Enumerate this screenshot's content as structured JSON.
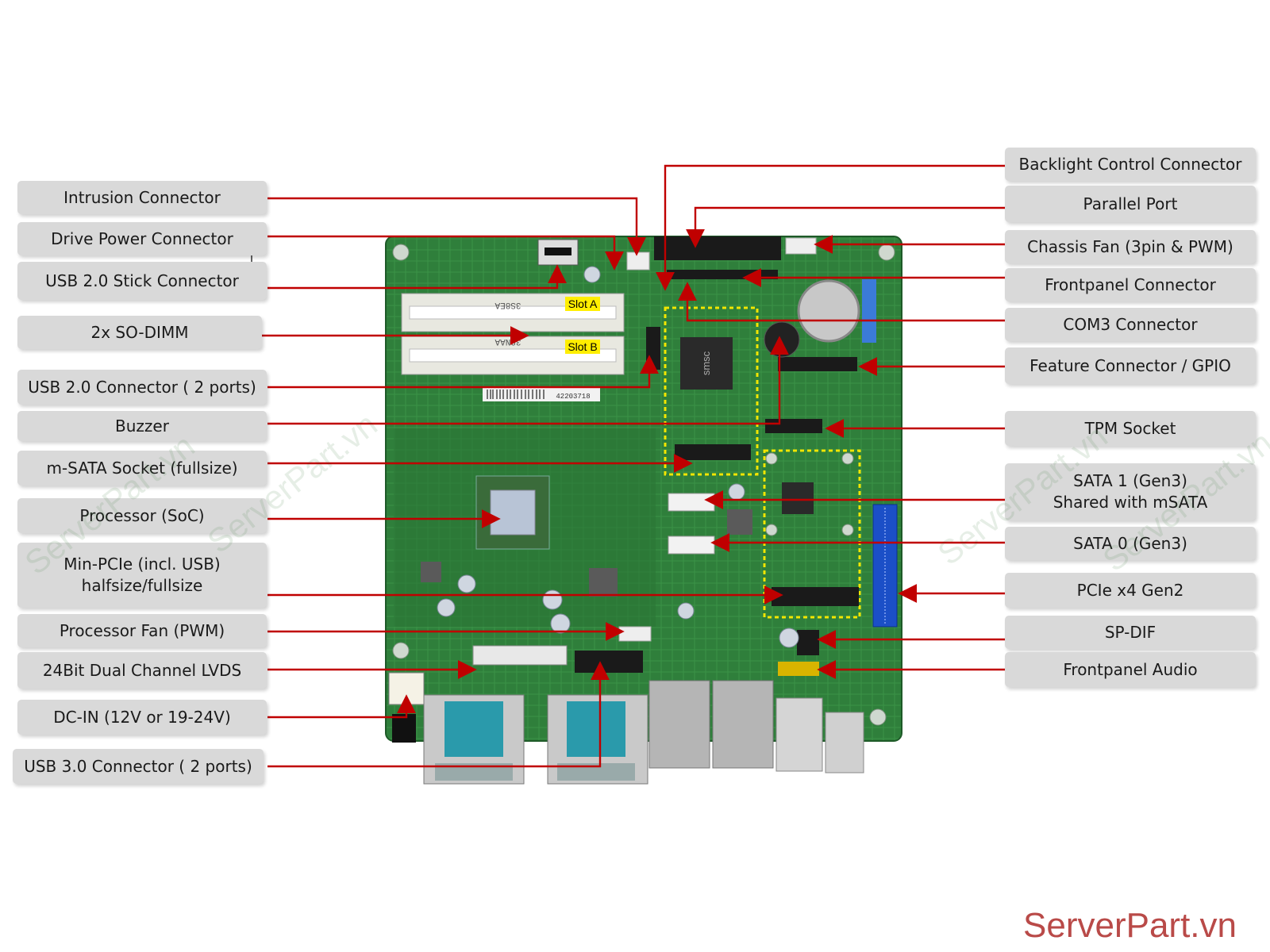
{
  "left_labels": [
    {
      "id": "intrusion-connector",
      "text": "Intrusion Connector"
    },
    {
      "id": "drive-power-connector",
      "text": "Drive Power Connector"
    },
    {
      "id": "usb2-stick-connector",
      "text": "USB 2.0 Stick Connector"
    },
    {
      "id": "so-dimm",
      "text": "2x SO-DIMM"
    },
    {
      "id": "usb2-connector",
      "text": "USB 2.0 Connector ( 2 ports)"
    },
    {
      "id": "buzzer",
      "text": "Buzzer"
    },
    {
      "id": "msata-socket",
      "text": "m-SATA Socket (fullsize)"
    },
    {
      "id": "processor-soc",
      "text": "Processor (SoC)"
    },
    {
      "id": "mini-pcie",
      "text": "Min-PCIe (incl. USB)",
      "text2": "halfsize/fullsize"
    },
    {
      "id": "processor-fan",
      "text": "Processor Fan (PWM)"
    },
    {
      "id": "lvds",
      "text": "24Bit Dual Channel LVDS"
    },
    {
      "id": "dc-in",
      "text": "DC-IN (12V or 19-24V)"
    },
    {
      "id": "usb3-connector",
      "text": "USB 3.0 Connector ( 2 ports)"
    }
  ],
  "right_labels": [
    {
      "id": "backlight-control",
      "text": "Backlight Control Connector"
    },
    {
      "id": "parallel-port",
      "text": "Parallel Port"
    },
    {
      "id": "chassis-fan",
      "text": "Chassis Fan (3pin & PWM)"
    },
    {
      "id": "frontpanel-connector",
      "text": "Frontpanel Connector"
    },
    {
      "id": "com3-connector",
      "text": "COM3 Connector"
    },
    {
      "id": "feature-connector",
      "text": "Feature Connector / GPIO"
    },
    {
      "id": "tpm-socket",
      "text": "TPM Socket"
    },
    {
      "id": "sata1",
      "text": "SATA 1 (Gen3)",
      "text2": "Shared with mSATA"
    },
    {
      "id": "sata0",
      "text": "SATA 0 (Gen3)"
    },
    {
      "id": "pcie-x4",
      "text": "PCIe x4 Gen2"
    },
    {
      "id": "sp-dif",
      "text": "SP-DIF"
    },
    {
      "id": "frontpanel-audio",
      "text": "Frontpanel Audio"
    }
  ],
  "board_labels": {
    "slot_a": "Slot A",
    "slot_b": "Slot B",
    "chip_brand": "smsc",
    "dimm_code": "39NAA",
    "dimm_code2": "3S8EA",
    "barcode": "42203718"
  },
  "watermark_text": "ServerPart.vn",
  "brand": "ServerPart.vn",
  "colors": {
    "pcb": "#2e7d3a",
    "pcb_light": "#3f9a4c",
    "label_bg": "#d9d9d9",
    "leader": "#c00000",
    "highlight": "#f2e600",
    "brand": "#b94a48"
  }
}
